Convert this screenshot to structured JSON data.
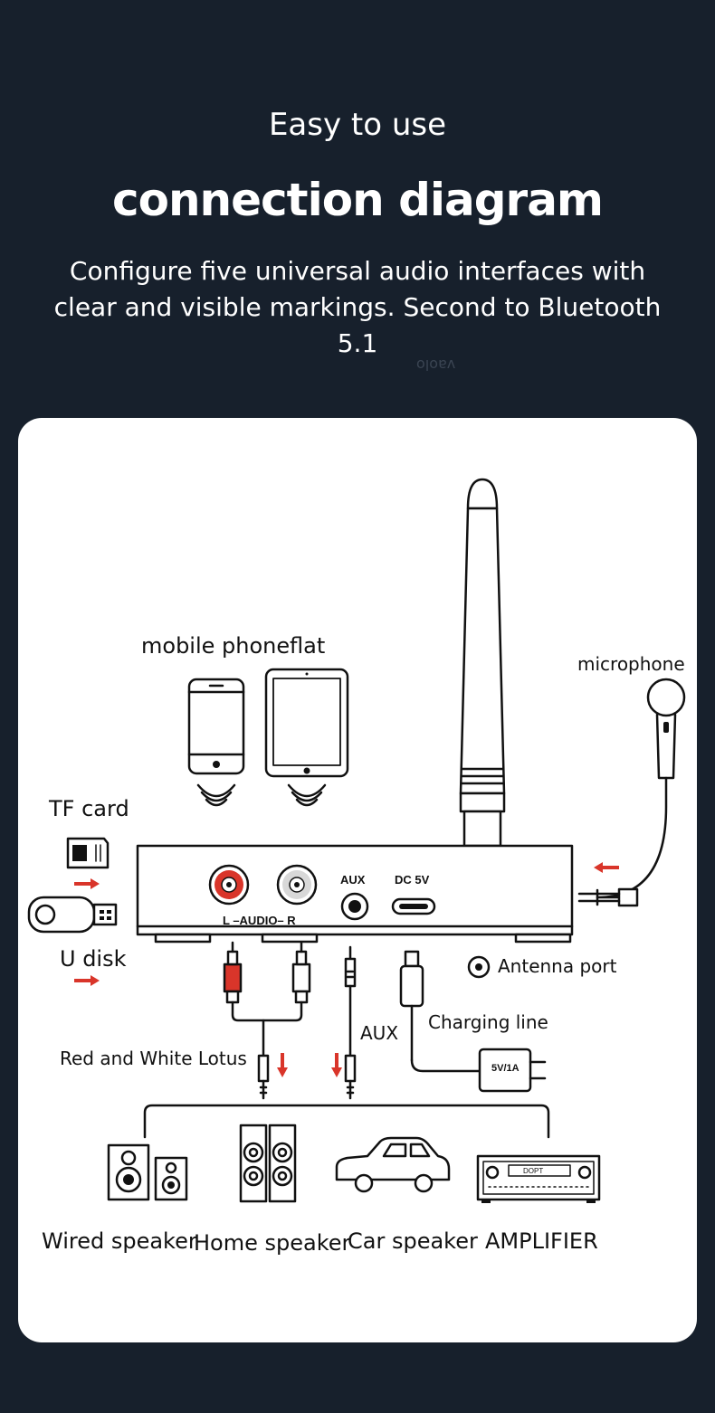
{
  "header": {
    "eyebrow": "Easy to use",
    "title": "connection diagram",
    "subtitle": "Configure five universal audio interfaces with clear and visible markings. Second to Bluetooth 5.1",
    "watermark": "vaolo"
  },
  "diagram": {
    "labels": {
      "mobile_phone": "mobile phone",
      "flat": "flat",
      "microphone": "microphone",
      "tf_card": "TF card",
      "u_disk": "U disk",
      "antenna_port": "Antenna port",
      "charging_line": "Charging line",
      "aux_cable": "AUX",
      "red_white_lotus": "Red and White Lotus",
      "adapter": "5V/1A"
    },
    "ports": {
      "audio": "L –AUDIO– R",
      "aux": "AUX",
      "dc": "DC 5V"
    },
    "outputs": [
      {
        "label": "Wired speaker",
        "icon": "wired-speaker-icon"
      },
      {
        "label": "Home speaker",
        "icon": "home-speaker-icon"
      },
      {
        "label": "Car speaker",
        "icon": "car-icon"
      },
      {
        "label": "AMPLIFIER",
        "icon": "amplifier-icon"
      }
    ],
    "amp_display": "DOPT",
    "colors": {
      "arrow": "#d9352a",
      "rca_red": "#d9352a",
      "line": "#111111"
    }
  }
}
